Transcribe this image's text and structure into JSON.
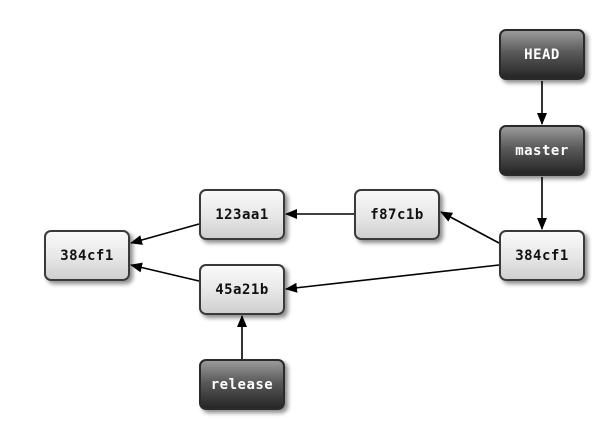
{
  "diagram": {
    "refs": {
      "head": "HEAD",
      "master": "master",
      "release": "release"
    },
    "commits": {
      "tip": "384cf1",
      "f87c1b": "f87c1b",
      "c123aa1": "123aa1",
      "c45a21b": "45a21b",
      "root": "384cf1"
    },
    "edges": [
      {
        "from": "HEAD",
        "to": "master"
      },
      {
        "from": "master",
        "to": "384cf1 (tip)"
      },
      {
        "from": "384cf1 (tip)",
        "to": "f87c1b"
      },
      {
        "from": "384cf1 (tip)",
        "to": "45a21b"
      },
      {
        "from": "f87c1b",
        "to": "123aa1"
      },
      {
        "from": "123aa1",
        "to": "384cf1 (root)"
      },
      {
        "from": "45a21b",
        "to": "384cf1 (root)"
      },
      {
        "from": "release",
        "to": "45a21b"
      }
    ]
  }
}
